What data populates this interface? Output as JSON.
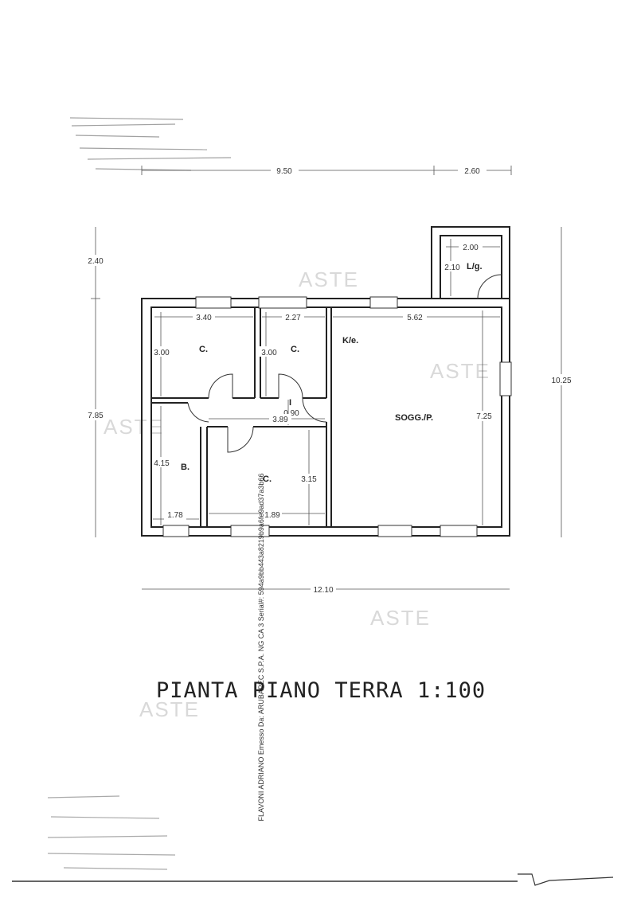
{
  "title": "PIANTA PIANO TERRA 1:100",
  "watermark": "ASTE",
  "stamp": "FLAVONI ADRIANO Emesso Da: ARUBAPEC S.P.A. NG CA 3 Serial#: 594a9bb443a8219b9a6fe9ad37a3b66",
  "dimensions": {
    "top_main": "9.50",
    "top_annex": "2.60",
    "annex_height": "2.40",
    "left_total": "7.85",
    "right_total": "10.25",
    "bottom_total": "12.10",
    "bath_width": "2.00",
    "bath_height": "2.10",
    "bed1_width": "3.40",
    "bed1_height": "3.00",
    "bed2_width": "2.27",
    "bed2_height": "3.00",
    "living_width": "5.62",
    "living_height": "7.25",
    "hall_width": "0.90",
    "hall_length": "3.89",
    "bath2_height": "4.15",
    "bath2_width": "1.78",
    "bed3_width": "1.89",
    "bed3_height": "3.15"
  },
  "rooms": {
    "bed1": "C.",
    "bed2": "C.",
    "bed3": "C.",
    "kitchen": "K/e.",
    "living": "SOGG./P.",
    "hall": "I",
    "bath_main": "B.",
    "bath_annex": "L/g."
  }
}
